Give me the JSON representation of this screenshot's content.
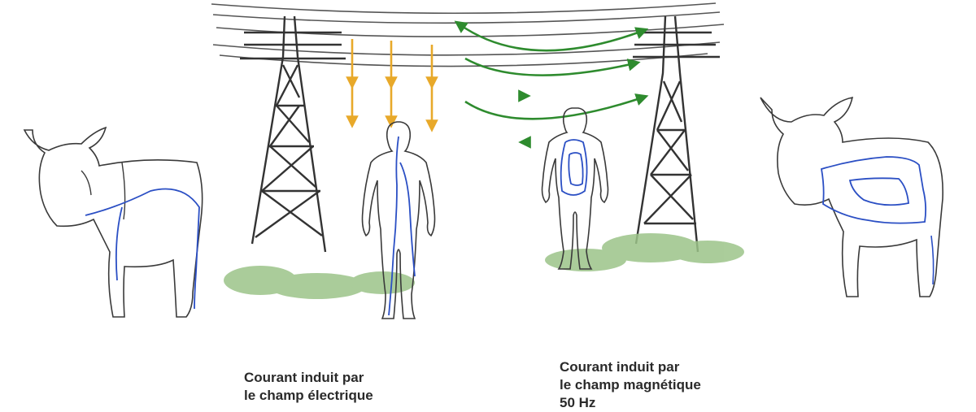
{
  "captions": {
    "electric_field": {
      "line1": "Courant induit par",
      "line2": "le champ électrique"
    },
    "magnetic_field": {
      "line1": "Courant induit par",
      "line2": "le champ magnétique",
      "line3": "50 Hz"
    }
  },
  "colors": {
    "outline": "#3a3a3a",
    "electric_field_arrows": "#e8a92a",
    "magnetic_field_arrows": "#2e8b2e",
    "induced_current": "#2b4fc4",
    "vegetation": "#9cc489"
  },
  "figures": [
    {
      "kind": "cow",
      "side": "left",
      "current_pattern": "vertical"
    },
    {
      "kind": "person",
      "side": "left",
      "current_pattern": "vertical"
    },
    {
      "kind": "person",
      "side": "right",
      "current_pattern": "loops"
    },
    {
      "kind": "cow",
      "side": "right",
      "current_pattern": "loops"
    }
  ]
}
